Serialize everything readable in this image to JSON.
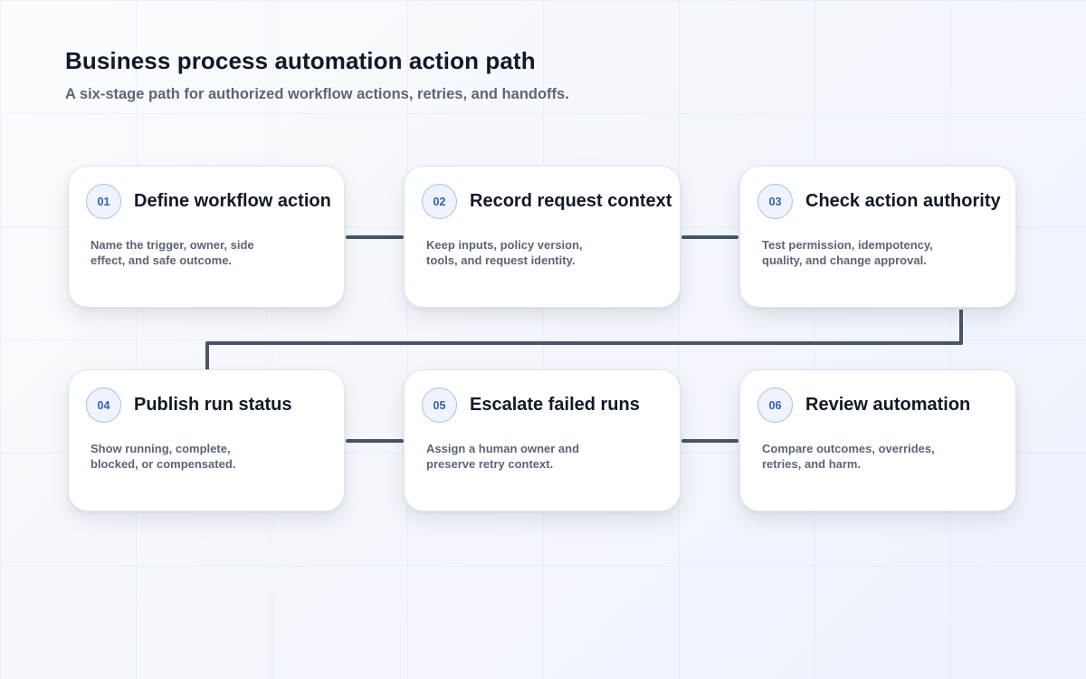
{
  "header": {
    "title": "Business process automation action path",
    "subtitle": "A six-stage path for authorized workflow actions, retries, and handoffs."
  },
  "colors": {
    "connector": "#475569",
    "badge_text": "#2f5fb8",
    "card_border": "#dde5f0"
  },
  "stages": [
    {
      "number": "01",
      "title": "Define workflow action",
      "description": "Name the trigger, owner, side effect, and safe outcome."
    },
    {
      "number": "02",
      "title": "Record request context",
      "description": "Keep inputs, policy version, tools, and request identity."
    },
    {
      "number": "03",
      "title": "Check action authority",
      "description": "Test permission, idempotency, quality, and change approval."
    },
    {
      "number": "04",
      "title": "Publish run status",
      "description": "Show running, complete, blocked, or compensated."
    },
    {
      "number": "05",
      "title": "Escalate failed runs",
      "description": "Assign a human owner and preserve retry context."
    },
    {
      "number": "06",
      "title": "Review automation",
      "description": "Compare outcomes, overrides, retries, and harm."
    }
  ]
}
